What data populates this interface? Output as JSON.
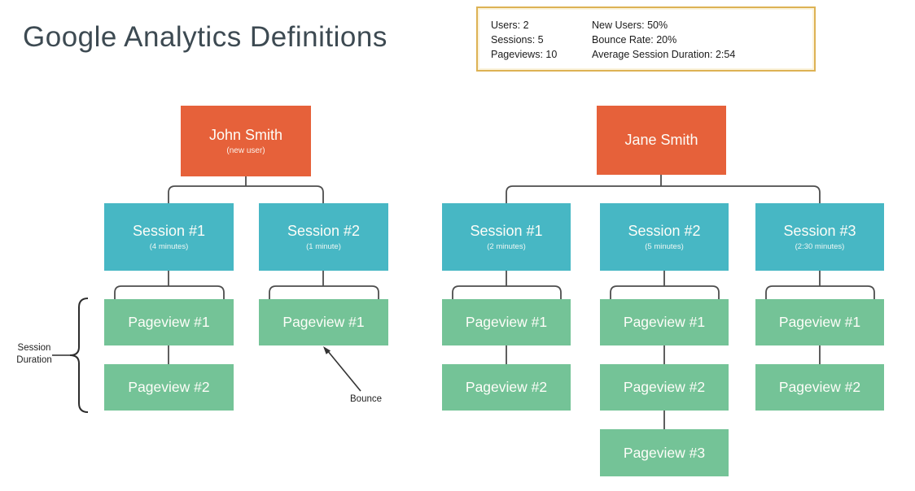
{
  "title": "Google Analytics Definitions",
  "stats": {
    "col1": [
      "Users: 2",
      "Sessions: 5",
      "Pageviews: 10"
    ],
    "col2": [
      "New Users: 50%",
      "Bounce Rate: 20%",
      "Average Session Duration: 2:54"
    ]
  },
  "users": [
    {
      "name": "John Smith",
      "note": "(new user)",
      "sessions": [
        {
          "label": "Session #1",
          "duration": "(4 minutes)",
          "pageviews": [
            "Pageview #1",
            "Pageview #2"
          ]
        },
        {
          "label": "Session #2",
          "duration": "(1 minute)",
          "pageviews": [
            "Pageview #1"
          ]
        }
      ]
    },
    {
      "name": "Jane Smith",
      "note": "",
      "sessions": [
        {
          "label": "Session #1",
          "duration": "(2 minutes)",
          "pageviews": [
            "Pageview #1",
            "Pageview #2"
          ]
        },
        {
          "label": "Session #2",
          "duration": "(5 minutes)",
          "pageviews": [
            "Pageview #1",
            "Pageview #2",
            "Pageview #3"
          ]
        },
        {
          "label": "Session #3",
          "duration": "(2:30 minutes)",
          "pageviews": [
            "Pageview #1",
            "Pageview #2"
          ]
        }
      ]
    }
  ],
  "annotations": {
    "session_duration": "Session Duration",
    "bounce": "Bounce"
  },
  "colors": {
    "user_box": "#E6613A",
    "session_box": "#47B7C4",
    "pageview_box": "#74C397",
    "stats_border": "#DDB254",
    "connector": "#4d4d4d",
    "title_text": "#3D4A52"
  }
}
